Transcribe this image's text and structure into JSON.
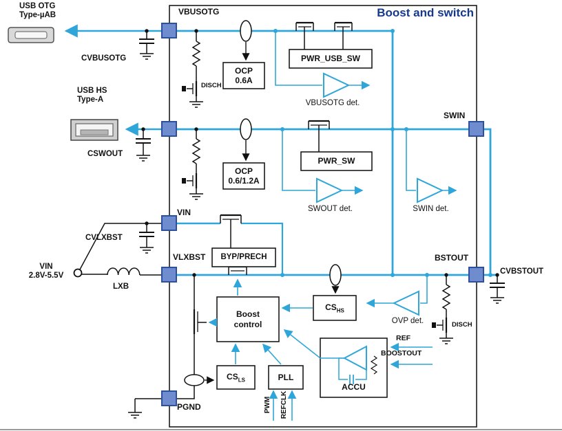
{
  "title": "Boost and switch",
  "connectors": {
    "usb_otg": {
      "line1": "USB OTG",
      "line2": "Type-µAB"
    },
    "usb_hs": {
      "line1": "USB HS",
      "line2": "Type-A"
    }
  },
  "pins": {
    "vbusotg": "VBUSOTG",
    "swin": "SWIN",
    "vin": "VIN",
    "vlxbst": "VLXBST",
    "bstout": "BSTOUT",
    "pgnd": "PGND"
  },
  "external": {
    "cvbusotg": "CVBUSOTG",
    "cswout": "CSWOUT",
    "cvlxbst": "CVLXBST",
    "cvbstout": "CVBSTOUT",
    "lxb": "LXB",
    "vin_source": {
      "line1": "VIN",
      "line2": "2.8V-5.5V"
    }
  },
  "blocks": {
    "ocp_usb": {
      "line1": "OCP",
      "line2": "0.6A"
    },
    "pwr_usb_sw": "PWR_USB_SW",
    "ocp_sw": {
      "line1": "OCP",
      "line2": "0.6/1.2A"
    },
    "pwr_sw": "PWR_SW",
    "byp_prech": "BYP/PRECH",
    "boost_control": {
      "line1": "Boost",
      "line2": "control"
    },
    "cs_hs": {
      "main": "CS",
      "sub": "HS"
    },
    "cs_ls": {
      "main": "CS",
      "sub": "LS"
    },
    "pll": "PLL",
    "accu": "ACCU"
  },
  "detectors": {
    "vbusotg_det": "VBUSOTG det.",
    "swout_det": "SWOUT det.",
    "swin_det": "SWIN det.",
    "ovp_det": "OVP det."
  },
  "labels": {
    "disch_usb": "DISCH",
    "disch_bst": "DISCH",
    "ref": "REF",
    "boostout": "BOOSTOUT",
    "pwm": "PWM",
    "refclk": "REFCLK"
  },
  "colors": {
    "accent_cyan": "#2fa6d9",
    "title_blue": "#16388f",
    "pin_fill": "#6f8cce",
    "pin_border": "#2c4f9e"
  }
}
